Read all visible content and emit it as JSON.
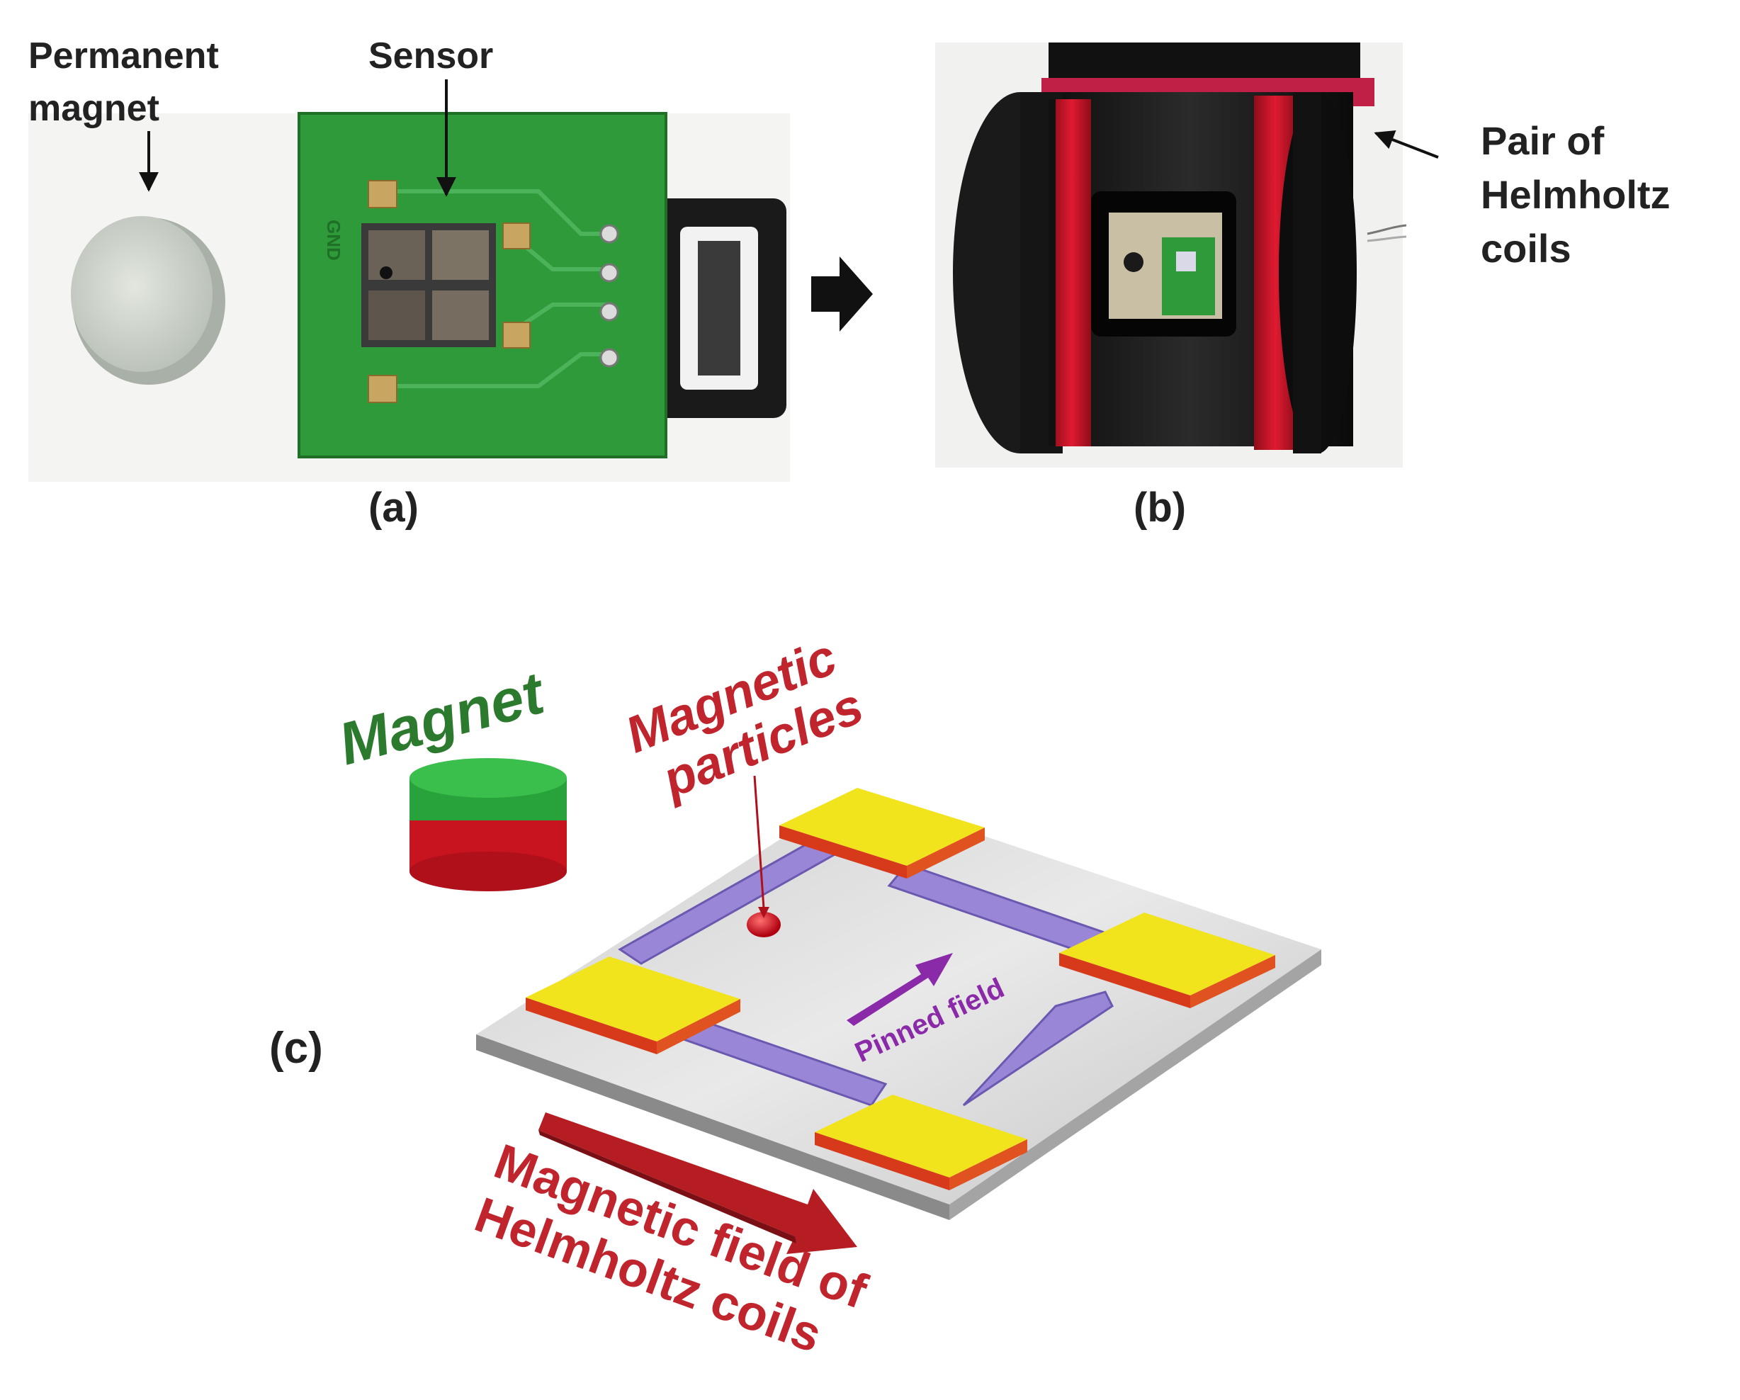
{
  "panel_a": {
    "label": "(a)",
    "magnet_label": [
      "Permanent",
      "magnet"
    ],
    "sensor_label": "Sensor",
    "pcb_text": "GND"
  },
  "panel_b": {
    "label": "(b)",
    "coils_label": [
      "Pair of",
      "Helmholtz",
      "coils"
    ]
  },
  "panel_c": {
    "label": "(c)",
    "magnet_label": "Magnet",
    "particles_label": [
      "Magnetic",
      "particles"
    ],
    "pinned_label": "Pinned field",
    "field_label": [
      "Magnetic field of",
      "Helmholtz coils"
    ]
  },
  "colors": {
    "pcb_green": "#2f9a3a",
    "pad_yellow": "#f2e41c",
    "strip_purple": "#9a86d6",
    "coil_red": "#d8172c",
    "label_green": "#2c7a2e",
    "label_red": "#c0252d",
    "arrow_purple": "#8a2aa8"
  }
}
